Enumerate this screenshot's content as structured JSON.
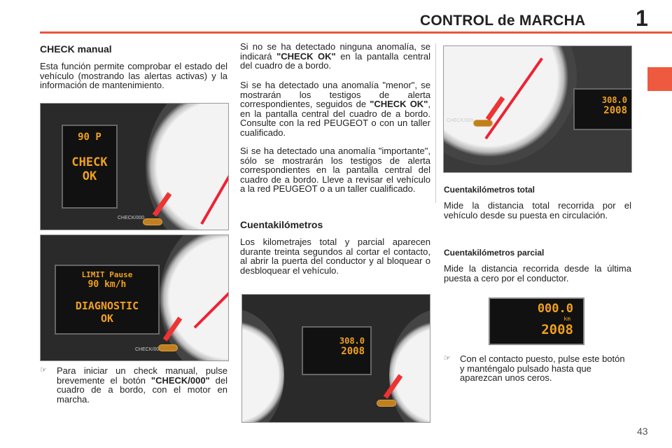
{
  "header": {
    "title": "CONTROL de MARCHA",
    "chapter": "1"
  },
  "col1": {
    "heading": "CHECK manual",
    "intro": "Esta función permite comprobar el estado del vehículo (mostrando las alertas activas) y la información de mantenimiento.",
    "image1": {
      "display_line1": "CHECK",
      "display_line2": "OK",
      "speed": "90",
      "gear": "P",
      "button_label": "CHECK/000"
    },
    "image2": {
      "display_top": "LIMIT Pause",
      "speed": "90 km/h",
      "display_line1": "DIAGNOSTIC",
      "display_line2": "OK",
      "button_label": "CHECK/000"
    },
    "bullet_symbol": "☞",
    "bullet_pre": "Para iniciar un check manual, pulse brevemente el botón ",
    "bullet_bold": "\"CHECK/000\"",
    "bullet_post": " del cuadro de a bordo, con el motor en marcha."
  },
  "col2": {
    "p1_pre": "Si no se ha detectado ninguna anomalía, se indicará ",
    "p1_bold": "\"CHECK OK\"",
    "p1_post": " en la pantalla central del cuadro de a bordo.",
    "p2_pre": "Si se ha detectado una anomalía \"menor\", se mostrarán los testigos de alerta correspondientes, seguidos de ",
    "p2_bold": "\"CHECK OK\"",
    "p2_post": ", en la pantalla central del cuadro de a bordo. Consulte con la red PEUGEOT o con un taller cualificado.",
    "p3": "Si se ha detectado una anomalía \"importante\", sólo se mostrarán los testigos de alerta correspondientes en la pantalla central del cuadro de a bordo. Lleve a revisar el vehículo a la red PEUGEOT o a un taller cualificado.",
    "heading": "Cuentakilómetros",
    "p4": "Los kilometrajes total y parcial aparecen durante treinta segundos al cortar el contacto, al abrir la puerta del conductor y al bloquear o desbloquear el vehículo.",
    "image3": {
      "trip": "308.0",
      "total": "2008"
    }
  },
  "col3": {
    "image4": {
      "trip": "308.0",
      "total": "2008",
      "button_label": "CHECK/000"
    },
    "total_heading": "Cuentakilómetros total",
    "total_text": "Mide la distancia total recorrida por el vehículo desde su puesta en circulación.",
    "partial_heading": "Cuentakilómetros parcial",
    "partial_text": "Mide la distancia recorrida desde la última puesta a cero por el conductor.",
    "odo": {
      "trip": "000.0",
      "unit": "km",
      "total": "2008"
    },
    "bullet_symbol": "☞",
    "bullet": "Con el contacto puesto, pulse este botón y manténgalo pulsado hasta que aparezcan unos ceros."
  },
  "footer": {
    "page": "43"
  },
  "colors": {
    "accent": "#e8553e",
    "display": "#f0a020"
  }
}
